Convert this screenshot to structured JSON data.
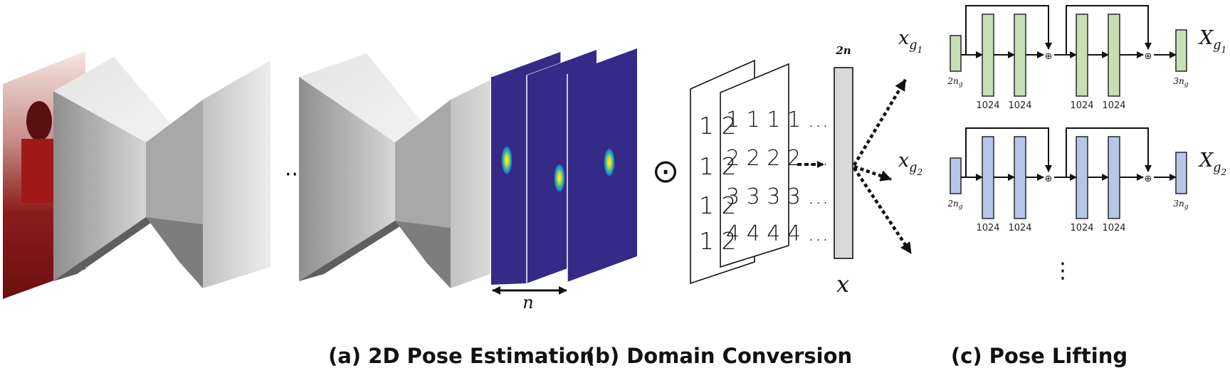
{
  "captions": {
    "a": "(a) 2D Pose Estimation",
    "b": "(b) Domain Conversion",
    "c": "(c) Pose Lifting"
  },
  "pose_estimation": {
    "ellipsis": "··",
    "heatmap_width_label": "n"
  },
  "domain_conversion": {
    "operator": "⊙",
    "back_sheet_rows": [
      "1 2",
      "1 2",
      "1 2",
      "1 2"
    ],
    "front_sheet_rows": [
      "1 1 1 1 …",
      "2 2 2 2 …",
      "3 3 3 3 …",
      "4 4 4 4 …"
    ],
    "vector_dim_label": "2n",
    "vector_label": "x"
  },
  "pose_lifting": {
    "groups": [
      {
        "input_label": "x",
        "input_sub": "g",
        "input_sub2": "1",
        "output_label": "X",
        "output_sub": "g",
        "output_sub2": "1",
        "color": "#c6e0b4",
        "in_dim": "2n",
        "in_dim_sub": "g",
        "layer_dims": [
          "1024",
          "1024",
          "1024",
          "1024"
        ],
        "out_dim": "3n",
        "out_dim_sub": "g"
      },
      {
        "input_label": "x",
        "input_sub": "g",
        "input_sub2": "2",
        "output_label": "X",
        "output_sub": "g",
        "output_sub2": "2",
        "color": "#b4c7e7",
        "in_dim": "2n",
        "in_dim_sub": "g",
        "layer_dims": [
          "1024",
          "1024",
          "1024",
          "1024"
        ],
        "out_dim": "3n",
        "out_dim_sub": "g"
      }
    ],
    "add_symbol": "⊕",
    "vertical_ellipsis": "⋮"
  },
  "colors": {
    "heatmap_bg": "#352a87",
    "lift_border": "#333333"
  }
}
